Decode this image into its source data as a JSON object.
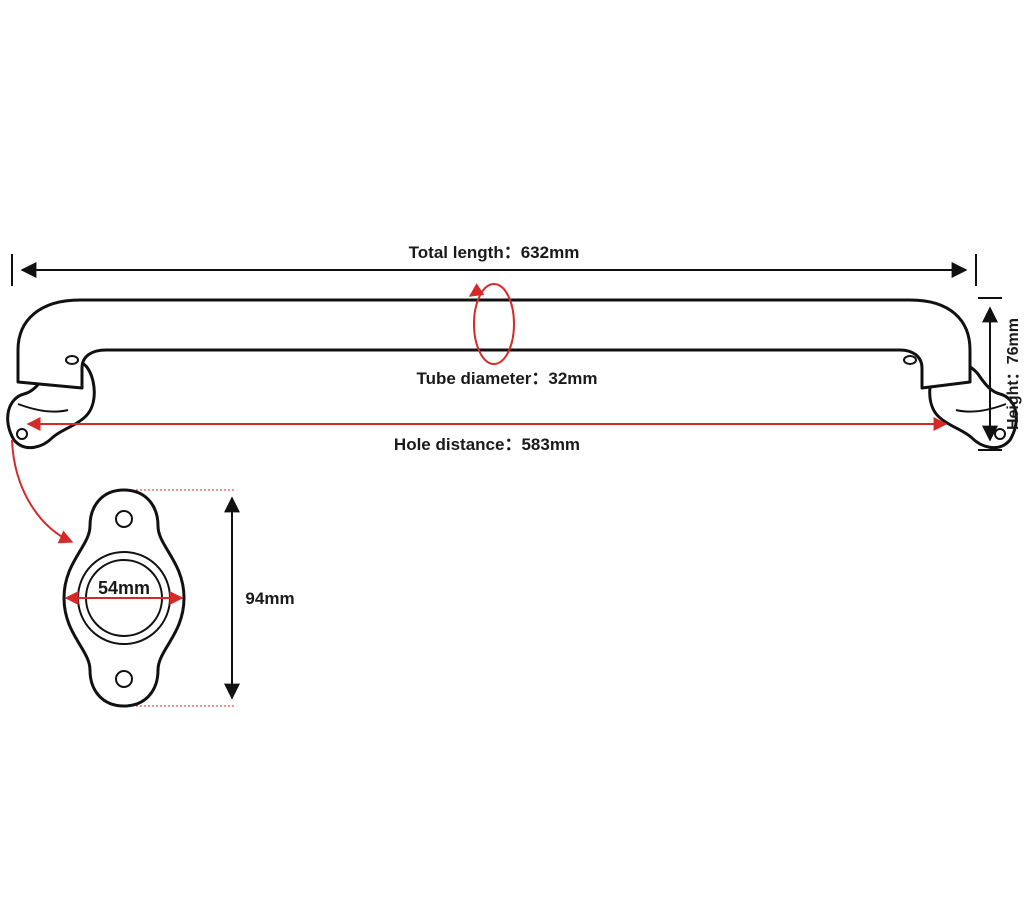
{
  "diagram": {
    "labels": {
      "total_length": "Total length：632mm",
      "tube_diameter": "Tube diameter：32mm",
      "hole_distance": "Hole distance：583mm",
      "height": "Height：76mm",
      "flange_inner": "54mm",
      "flange_height": "94mm"
    },
    "colors": {
      "line": "#111111",
      "accent": "#d42a2a",
      "text": "#1a1a1a",
      "background": "#ffffff"
    }
  }
}
